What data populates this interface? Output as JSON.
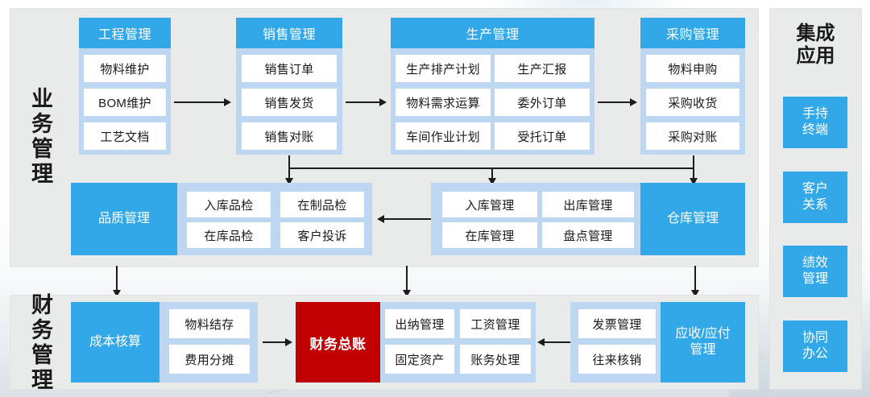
{
  "business_panel": {
    "label": "业务管理",
    "groups": [
      {
        "name": "engineering",
        "header": "工程管理",
        "cells": [
          "物料维护",
          "BOM维护",
          "工艺文档"
        ]
      },
      {
        "name": "sales",
        "header": "销售管理",
        "cells": [
          "销售订单",
          "销售发货",
          "销售对账"
        ]
      },
      {
        "name": "production",
        "header": "生产管理",
        "cells": [
          "生产排产计划",
          "生产汇报",
          "物料需求运算",
          "委外订单",
          "车间作业计划",
          "受托订单"
        ]
      },
      {
        "name": "purchasing",
        "header": "采购管理",
        "cells": [
          "物料申购",
          "采购收货",
          "采购对账"
        ]
      },
      {
        "name": "quality",
        "side": "品质管理",
        "cells": [
          "入库品检",
          "在制品检",
          "在库品检",
          "客户投诉"
        ]
      },
      {
        "name": "warehouse",
        "side": "仓库管理",
        "cells": [
          "入库管理",
          "出库管理",
          "在库管理",
          "盘点管理"
        ]
      }
    ]
  },
  "finance_panel": {
    "label": "财务管理",
    "groups": [
      {
        "name": "cost-accounting",
        "side": "成本核算",
        "cells": [
          "物料结存",
          "费用分摊"
        ]
      },
      {
        "name": "general-ledger",
        "red": "财务总账"
      },
      {
        "name": "ledger-functions",
        "cells": [
          "出纳管理",
          "工资管理",
          "固定资产",
          "账务处理"
        ]
      },
      {
        "name": "receivable-payable",
        "side": "应收/应付\n管理",
        "side_line1": "应收/应付",
        "side_line2": "管理",
        "cells": [
          "发票管理",
          "往来核销"
        ]
      }
    ]
  },
  "sidebar": {
    "title_line1": "集成",
    "title_line2": "应用",
    "items": [
      {
        "line1": "手持",
        "line2": "终端"
      },
      {
        "line1": "客户",
        "line2": "关系"
      },
      {
        "line1": "绩效",
        "line2": "管理"
      },
      {
        "line1": "协同",
        "line2": "办公"
      }
    ]
  },
  "colors": {
    "blue": "#33a8e8",
    "light_blue": "#bdd7f2",
    "red": "#c10003",
    "panel_bg": "#e9eaea",
    "cell_bg": "#ffffff",
    "arrow": "#1c1c1c"
  }
}
